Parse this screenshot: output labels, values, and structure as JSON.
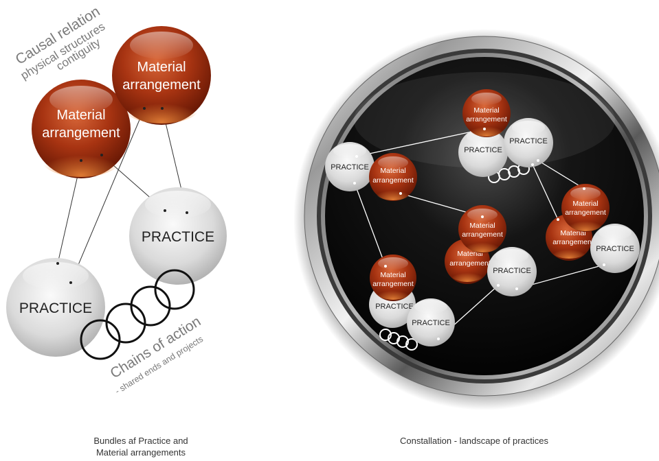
{
  "left_panel": {
    "material_label_line1": "Material",
    "material_label_line2": "arrangement",
    "practice_label": "PRACTICE",
    "relation_line1": "Causal relation",
    "relation_line2": "physical structures",
    "relation_line3": "contiguity",
    "chains_line1": "Chains of action",
    "chains_line2": "- shared ends and projects",
    "caption_line1": "Bundles af Practice and",
    "caption_line2": "Material arrangements"
  },
  "right_panel": {
    "practice_label": "PRACTICE",
    "material_label_line1": "Material",
    "material_label_line2": "arrangement",
    "caption": "Constallation - landscape of practices"
  },
  "colors": {
    "material_sphere": "#b2401a",
    "practice_sphere": "#d7d7d7",
    "background_disc": "#0c0c0c",
    "ring_metal": "#b8b8b8"
  }
}
